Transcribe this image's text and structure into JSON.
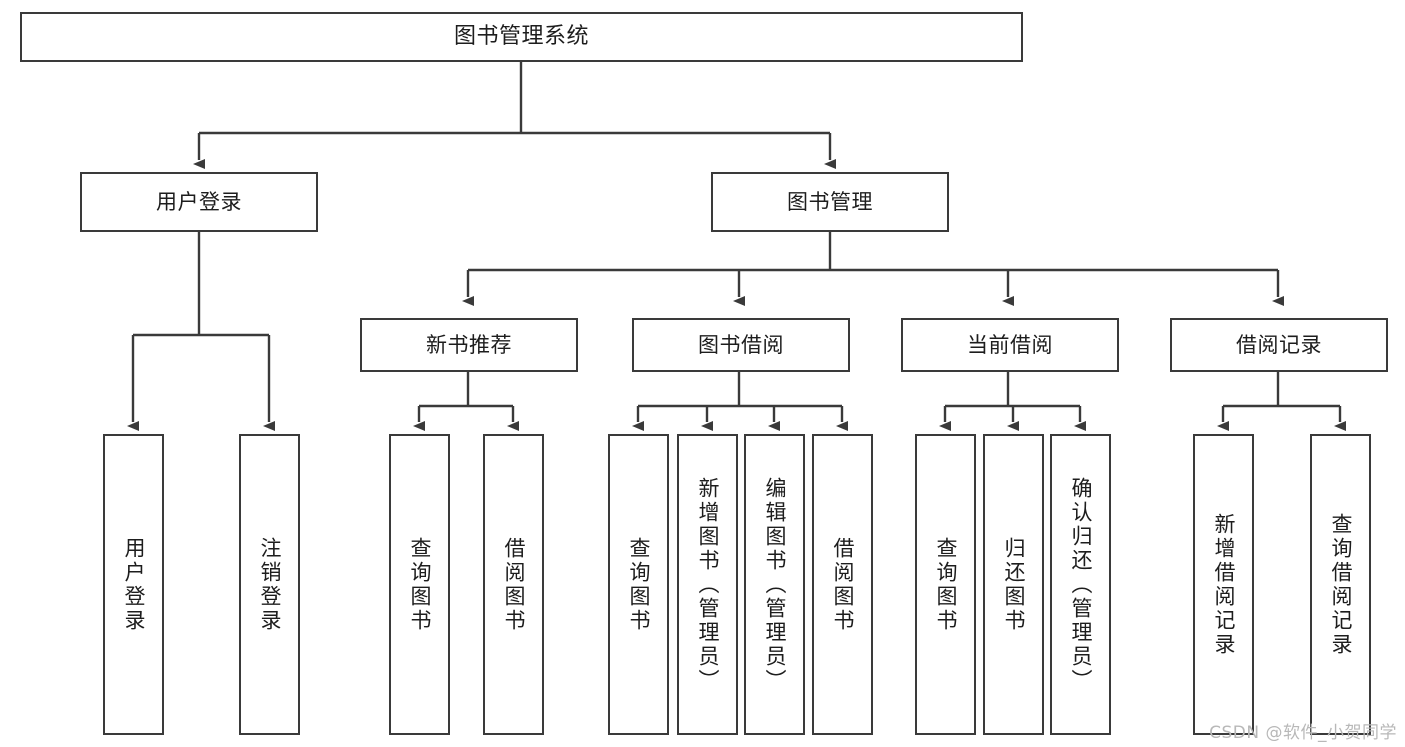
{
  "diagram": {
    "title": "图书管理系统",
    "type": "tree",
    "stroke_color": "#3a3a3a",
    "text_color": "#1d1d1d",
    "background_color": "#ffffff",
    "watermark": "CSDN @软件_小贺同学"
  },
  "nodes": {
    "root": {
      "label": "图书管理系统"
    },
    "level2": [
      {
        "label": "用户登录"
      },
      {
        "label": "图书管理"
      }
    ],
    "level3": [
      {
        "label": "新书推荐"
      },
      {
        "label": "图书借阅"
      },
      {
        "label": "当前借阅"
      },
      {
        "label": "借阅记录"
      }
    ],
    "leaves": {
      "user_login": [
        {
          "label": "用户登录"
        },
        {
          "label": "注销登录"
        }
      ],
      "new_book_recommend": [
        {
          "label": "查询图书"
        },
        {
          "label": "借阅图书"
        }
      ],
      "book_borrow": [
        {
          "label": "查询图书"
        },
        {
          "label": "新增图书（管理员）"
        },
        {
          "label": "编辑图书（管理员）"
        },
        {
          "label": "借阅图书"
        }
      ],
      "current_borrow": [
        {
          "label": "查询图书"
        },
        {
          "label": "归还图书"
        },
        {
          "label": "确认归还（管理员）"
        }
      ],
      "borrow_record": [
        {
          "label": "新增借阅记录"
        },
        {
          "label": "查询借阅记录"
        }
      ]
    }
  }
}
